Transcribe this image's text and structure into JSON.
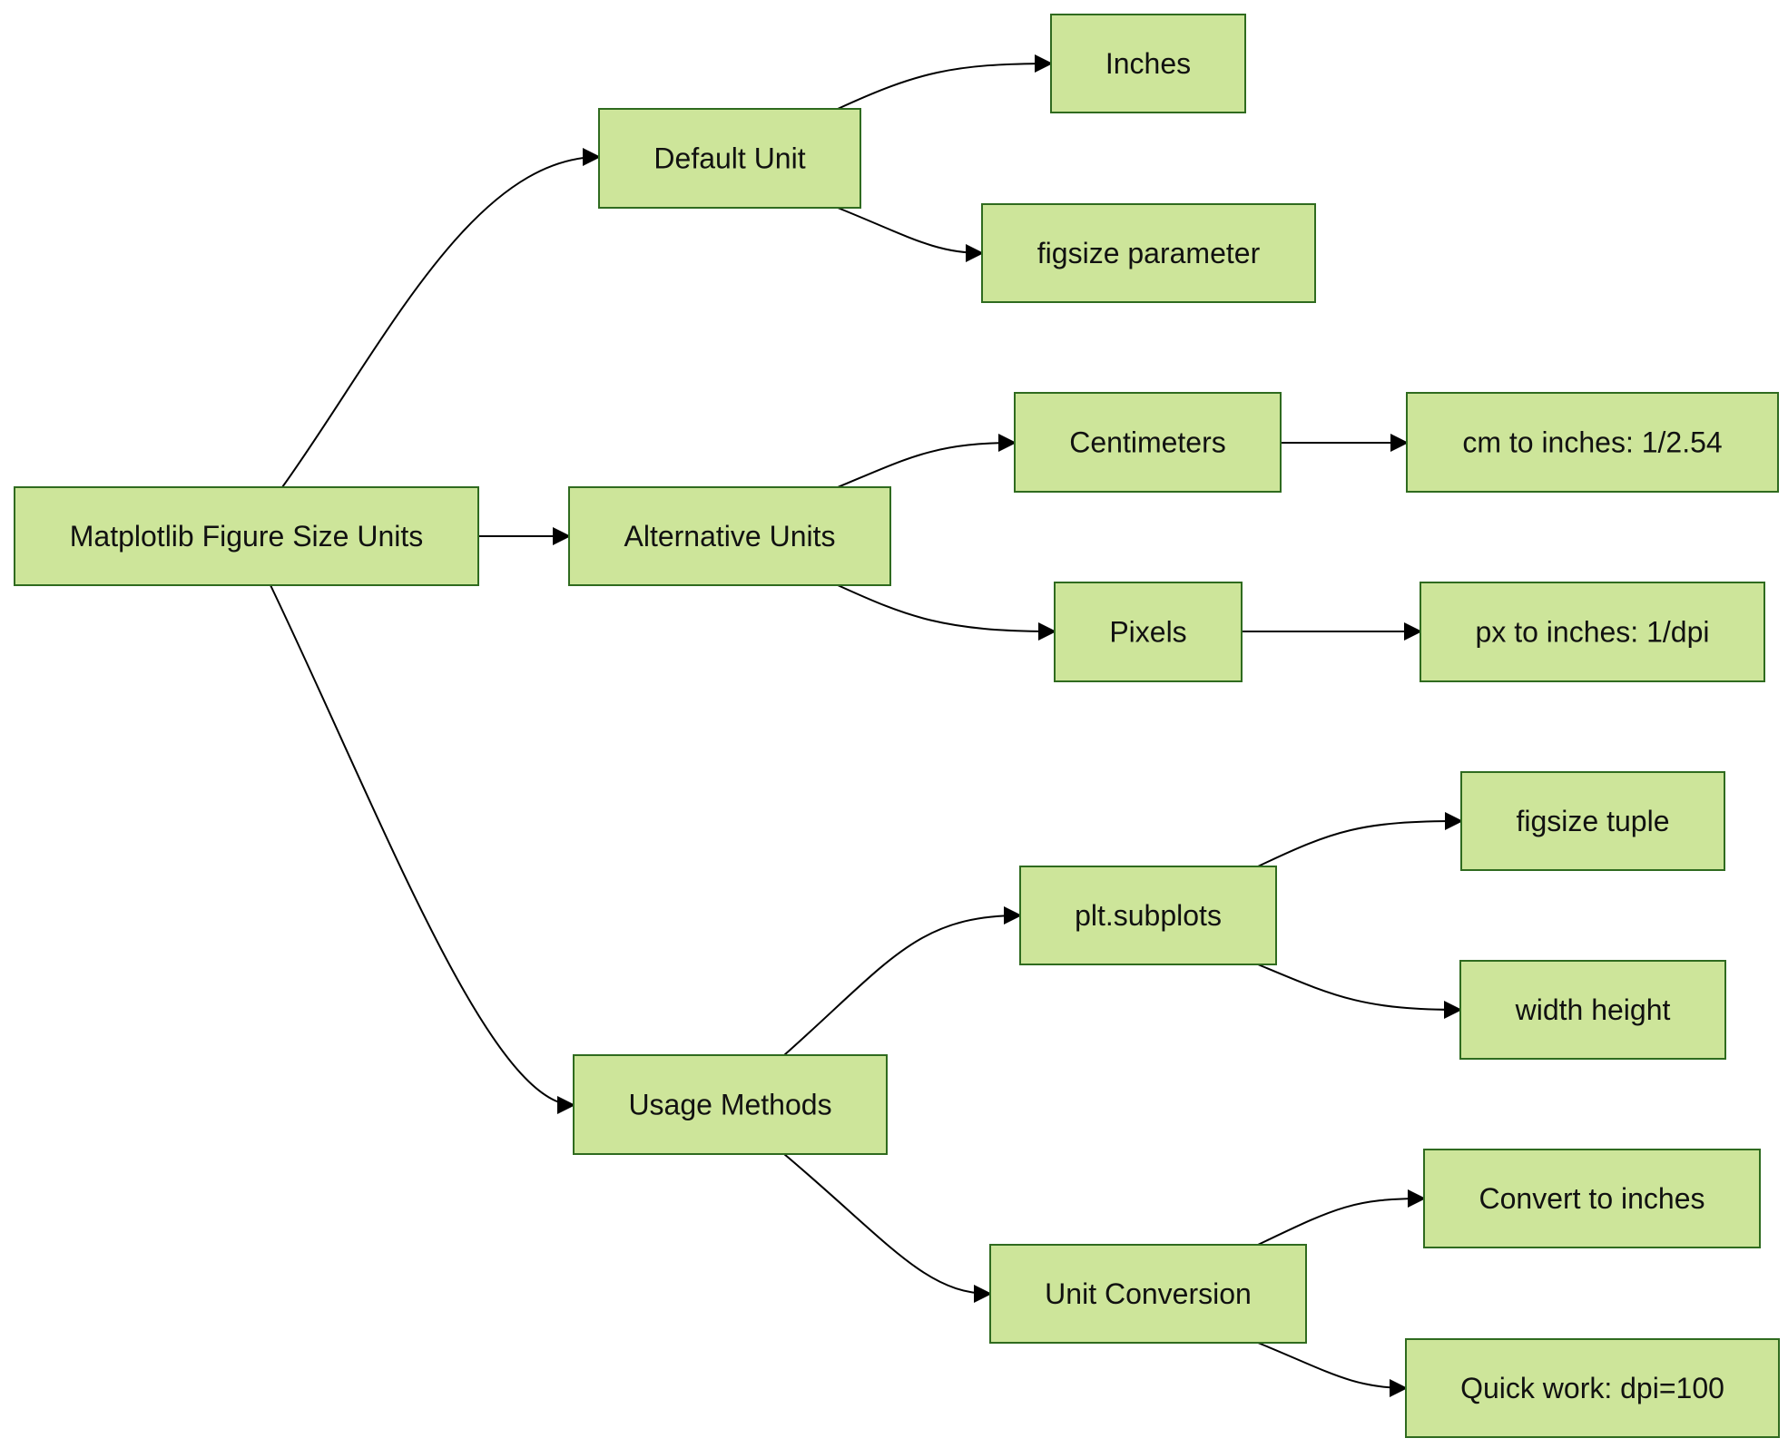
{
  "colors": {
    "node_fill": "#cde59a",
    "node_border": "#2f6b1f",
    "edge": "#000000",
    "text": "#111111",
    "background": "#ffffff"
  },
  "nodes": [
    {
      "id": "root",
      "label": "Matplotlib Figure Size Units"
    },
    {
      "id": "default-unit",
      "label": "Default Unit"
    },
    {
      "id": "alternative-units",
      "label": "Alternative Units"
    },
    {
      "id": "usage-methods",
      "label": "Usage Methods"
    },
    {
      "id": "inches",
      "label": "Inches"
    },
    {
      "id": "figsize-parameter",
      "label": "figsize parameter"
    },
    {
      "id": "centimeters",
      "label": "Centimeters"
    },
    {
      "id": "pixels",
      "label": "Pixels"
    },
    {
      "id": "cm-to-inches",
      "label": "cm to inches: 1/2.54"
    },
    {
      "id": "px-to-inches",
      "label": "px to inches: 1/dpi"
    },
    {
      "id": "plt-subplots",
      "label": "plt.subplots"
    },
    {
      "id": "unit-conversion",
      "label": "Unit Conversion"
    },
    {
      "id": "figsize-tuple",
      "label": "figsize tuple"
    },
    {
      "id": "width-height",
      "label": "width height"
    },
    {
      "id": "convert-to-inches",
      "label": "Convert to inches"
    },
    {
      "id": "quick-work",
      "label": "Quick work: dpi=100"
    }
  ],
  "edges": [
    {
      "from": "root",
      "to": "default-unit"
    },
    {
      "from": "root",
      "to": "alternative-units"
    },
    {
      "from": "root",
      "to": "usage-methods"
    },
    {
      "from": "default-unit",
      "to": "inches"
    },
    {
      "from": "default-unit",
      "to": "figsize-parameter"
    },
    {
      "from": "alternative-units",
      "to": "centimeters"
    },
    {
      "from": "alternative-units",
      "to": "pixels"
    },
    {
      "from": "centimeters",
      "to": "cm-to-inches"
    },
    {
      "from": "pixels",
      "to": "px-to-inches"
    },
    {
      "from": "usage-methods",
      "to": "plt-subplots"
    },
    {
      "from": "usage-methods",
      "to": "unit-conversion"
    },
    {
      "from": "plt-subplots",
      "to": "figsize-tuple"
    },
    {
      "from": "plt-subplots",
      "to": "width-height"
    },
    {
      "from": "unit-conversion",
      "to": "convert-to-inches"
    },
    {
      "from": "unit-conversion",
      "to": "quick-work"
    }
  ]
}
